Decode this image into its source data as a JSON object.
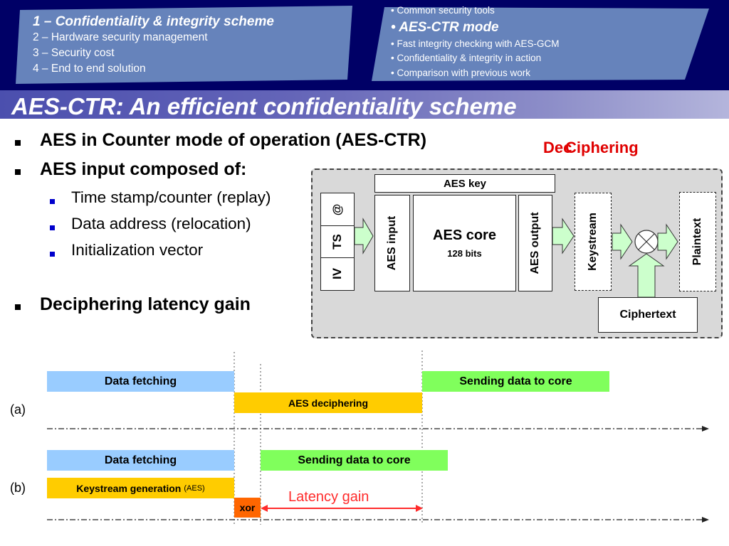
{
  "header": {
    "outline_left": {
      "current": "1 – Confidentiality & integrity scheme",
      "items": [
        "2 – Hardware security management",
        "3 – Security cost",
        "4 – End to end solution"
      ]
    },
    "outline_right": {
      "before": "• Common security tools",
      "current": "• AES-CTR mode",
      "after": [
        "• Fast integrity checking with AES-GCM",
        "• Confidentiality & integrity in action",
        "• Comparison with previous work"
      ]
    }
  },
  "title": "AES-CTR: An efficient confidentiality scheme",
  "bullets": {
    "main1": "AES in Counter mode of operation (AES-CTR)",
    "main2": "AES input composed of:",
    "sub": [
      "Time stamp/counter (replay)",
      "Data address (relocation)",
      "Initialization vector"
    ],
    "main3": "Deciphering latency gain"
  },
  "diagram": {
    "mode_label_under": "Dec",
    "mode_label_over": "Ciphering",
    "aes_key": "AES key",
    "input_fields": [
      "@",
      "TS",
      "IV"
    ],
    "aes_input": "AES input",
    "aes_core": "AES core",
    "aes_core_bits": "128 bits",
    "aes_output": "AES output",
    "keystream": "Keystream",
    "plaintext": "Plaintext",
    "ciphertext": "Ciphertext"
  },
  "timeline": {
    "case_a": "(a)",
    "case_b": "(b)",
    "a_fetch": "Data fetching",
    "a_send": "Sending data to core",
    "a_decipher": "AES deciphering",
    "b_fetch": "Data fetching",
    "b_send": "Sending data to core",
    "b_keystream": "Keystream generation",
    "b_keystream_note": "(AES)",
    "b_xor": "xor",
    "latency_gain": "Latency gain"
  },
  "colors": {
    "header_bg": "#000066",
    "outline_box": "#6683bb",
    "fetch": "#99ccff",
    "send": "#80ff5c",
    "aes": "#ffcc00",
    "xor": "#ff6600",
    "highlight_red": "#e00000",
    "arrow_fill": "#ccffcc"
  }
}
